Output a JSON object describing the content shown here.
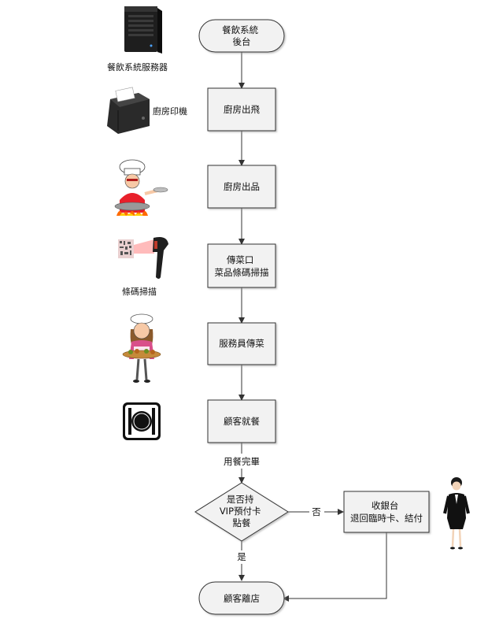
{
  "nodes": {
    "start": [
      "餐飲系統",
      "後台"
    ],
    "kitchen_print": [
      "廚房出飛"
    ],
    "kitchen_out": [
      "廚房出品"
    ],
    "scan": [
      "傳菜口",
      "菜品條碼掃描"
    ],
    "waiter_serve": [
      "服務員傳菜"
    ],
    "dine": [
      "顧客就餐"
    ],
    "decision": [
      "是否持",
      "VIP預付卡",
      "點餐"
    ],
    "cashier": [
      "收銀台",
      "退回臨時卡、結付"
    ],
    "end": [
      "顧客離店"
    ]
  },
  "edges": {
    "after_dine": "用餐完畢",
    "no": "否",
    "yes": "是"
  },
  "side_labels": {
    "server": "餐飲系統服務器",
    "printer": "廚房印機",
    "scanner": "條碼掃描"
  },
  "icons": {
    "server": "server-tower-icon",
    "printer": "receipt-printer-icon",
    "chef": "chef-cooking-icon",
    "scanner": "barcode-scanner-icon",
    "waitress": "waitress-serving-icon",
    "dining": "plate-fork-knife-icon",
    "cashier": "cashier-woman-icon"
  },
  "colors": {
    "box_fill": "#f2f2f2",
    "stroke": "#333333",
    "flame": "#ff6a00",
    "apron": "#e8202a"
  }
}
